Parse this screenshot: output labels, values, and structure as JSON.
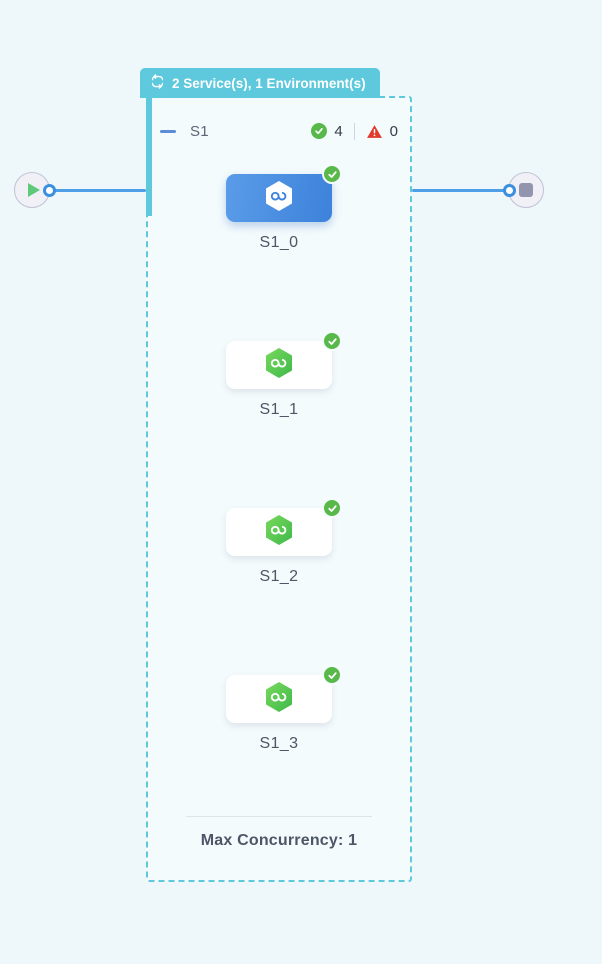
{
  "canvas": {
    "background_color": "#eef7fa",
    "accent_color": "#5ec8dc",
    "edge_color": "#4e9fe8",
    "selected_color": "#3d82db",
    "success_color": "#59b84a",
    "error_color": "#e03a2f"
  },
  "start_node": {
    "icon": "play-icon",
    "tooltip": "Start"
  },
  "end_node": {
    "icon": "stop-icon",
    "tooltip": "End"
  },
  "group": {
    "tab": {
      "icon": "cycle-icon",
      "label": "2 Service(s), 1 Environment(s)"
    },
    "service": {
      "collapse_icon": "minus-icon",
      "name": "S1",
      "success_icon": "check-circle-icon",
      "success_count": "4",
      "error_icon": "warning-triangle-icon",
      "error_count": "0"
    },
    "footer": {
      "max_concurrency": "Max Concurrency: 1"
    }
  },
  "tasks": [
    {
      "label": "S1_0",
      "selected": true,
      "status_icon": "check-circle-icon",
      "code_icon": "code-icon",
      "code_glyph": "</>",
      "logo_icon": "hexagon-infinity-icon"
    },
    {
      "label": "S1_1",
      "selected": false,
      "status_icon": "check-circle-icon",
      "code_icon": "code-icon",
      "code_glyph": "</>",
      "logo_icon": "hexagon-infinity-icon"
    },
    {
      "label": "S1_2",
      "selected": false,
      "status_icon": "check-circle-icon",
      "code_icon": "code-icon",
      "code_glyph": "</>",
      "logo_icon": "hexagon-infinity-icon"
    },
    {
      "label": "S1_3",
      "selected": false,
      "status_icon": "check-circle-icon",
      "code_icon": "code-icon",
      "code_glyph": "</>",
      "logo_icon": "hexagon-infinity-icon"
    }
  ]
}
